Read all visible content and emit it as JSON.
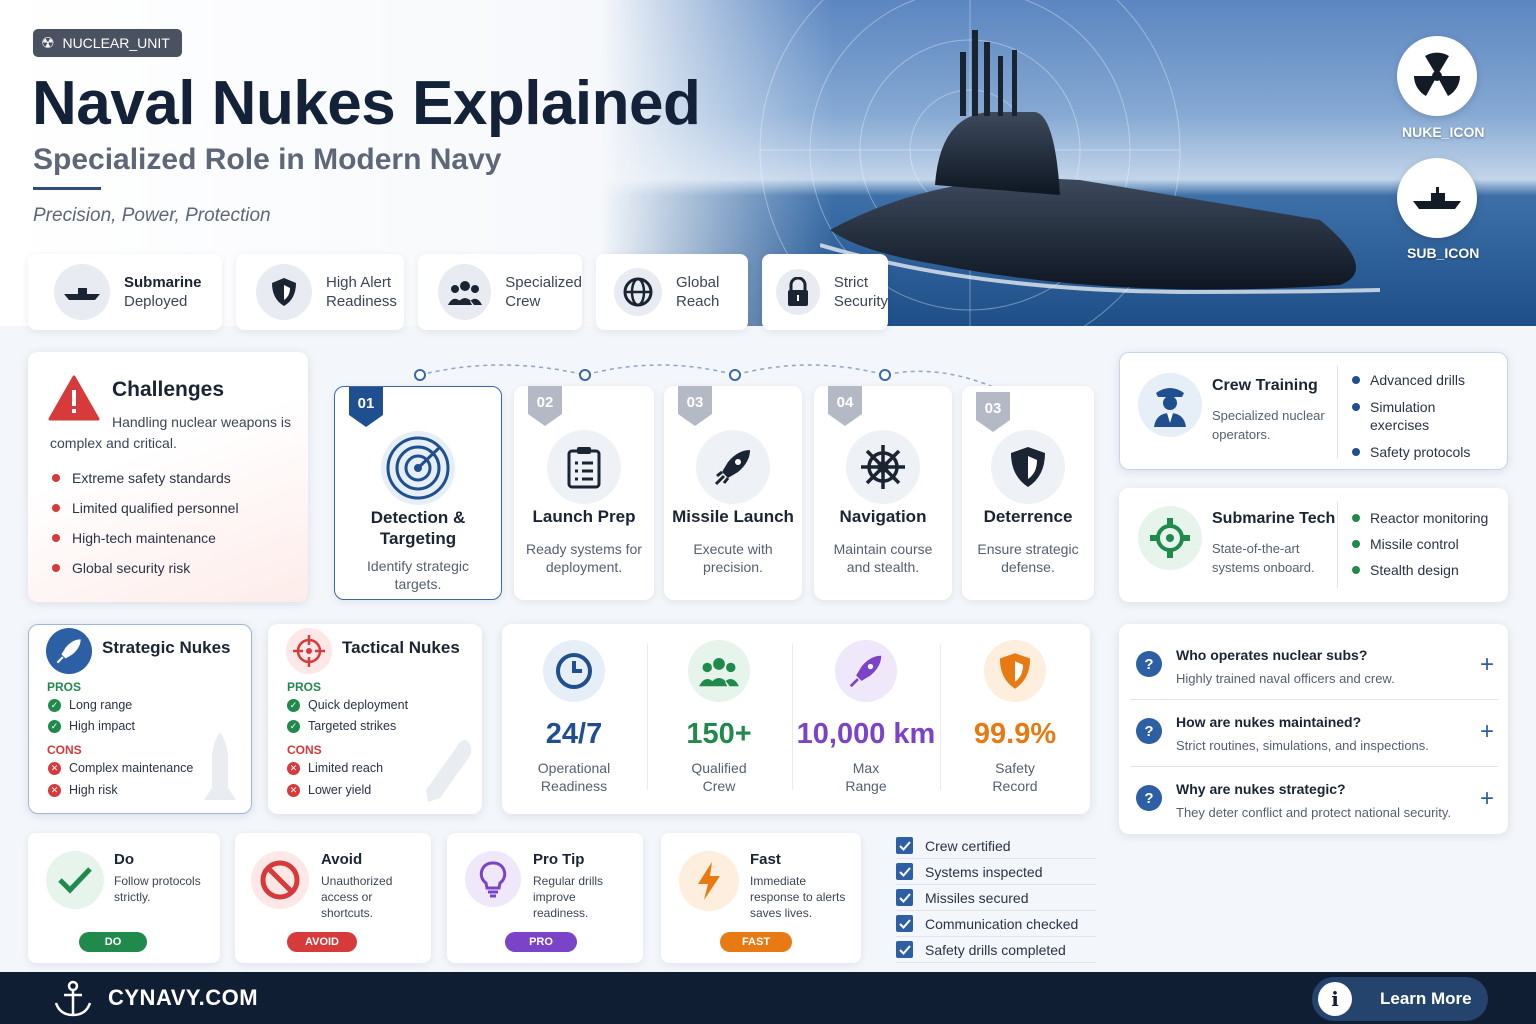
{
  "header": {
    "unit_tag": "NUCLEAR_UNIT",
    "title": "Naval Nukes Explained",
    "subtitle": "Specialized Role in Modern Navy",
    "tagline": "Precision, Power, Protection",
    "nuke_icon_label": "NUKE_ICON",
    "sub_icon_label": "SUB_ICON"
  },
  "features": [
    {
      "line1": "Submarine",
      "line2": "Deployed",
      "icon": "submarine-icon"
    },
    {
      "line1": "High Alert",
      "line2": "Readiness",
      "icon": "shield-icon"
    },
    {
      "line1": "Specialized",
      "line2": "Crew",
      "icon": "crew-icon"
    },
    {
      "line1": "Global",
      "line2": "Reach",
      "icon": "globe-icon"
    },
    {
      "line1": "Strict",
      "line2": "Security",
      "icon": "lock-icon"
    }
  ],
  "challenges": {
    "title": "Challenges",
    "description": "Handling nuclear weapons is complex and critical.",
    "items": [
      "Extreme safety standards",
      "Limited qualified personnel",
      "High-tech maintenance",
      "Global security risk"
    ]
  },
  "steps": [
    {
      "num": "01",
      "name": "Detection & Targeting",
      "desc": "Identify strategic targets.",
      "icon": "radar-icon"
    },
    {
      "num": "02",
      "name": "Launch Prep",
      "desc": "Ready systems for deployment.",
      "icon": "clipboard-icon"
    },
    {
      "num": "03",
      "name": "Missile Launch",
      "desc": "Execute with precision.",
      "icon": "rocket-icon"
    },
    {
      "num": "04",
      "name": "Navigation",
      "desc": "Maintain course and stealth.",
      "icon": "ship-wheel-icon"
    },
    {
      "num": "03",
      "name": "Deterrence",
      "desc": "Ensure strategic defense.",
      "icon": "shield-icon"
    }
  ],
  "crew_training": {
    "title": "Crew Training",
    "desc": "Specialized nuclear operators.",
    "items": [
      "Advanced drills",
      "Simulation exercises",
      "Safety protocols"
    ]
  },
  "submarine_tech": {
    "title": "Submarine Tech",
    "desc": "State-of-the-art systems onboard.",
    "items": [
      "Reactor monitoring",
      "Missile control",
      "Stealth design"
    ]
  },
  "strategic": {
    "title": "Strategic Nukes",
    "pros_label": "PROS",
    "pros": [
      "Long range",
      "High impact"
    ],
    "cons_label": "CONS",
    "cons": [
      "Complex maintenance",
      "High risk"
    ]
  },
  "tactical": {
    "title": "Tactical Nukes",
    "pros_label": "PROS",
    "pros": [
      "Quick deployment",
      "Targeted strikes"
    ],
    "cons_label": "CONS",
    "cons": [
      "Limited reach",
      "Lower yield"
    ]
  },
  "stats": [
    {
      "value": "24/7",
      "l1": "Operational",
      "l2": "Readiness",
      "color": "#1f4f8f",
      "icon": "clock-icon"
    },
    {
      "value": "150+",
      "l1": "Qualified",
      "l2": "Crew",
      "color": "#1f8a4c",
      "icon": "crew-icon"
    },
    {
      "value": "10,000 km",
      "l1": "Max",
      "l2": "Range",
      "color": "#7a43c8",
      "icon": "rocket-icon"
    },
    {
      "value": "99.9%",
      "l1": "Safety",
      "l2": "Record",
      "color": "#e77a12",
      "icon": "shield-icon"
    }
  ],
  "faq": [
    {
      "q": "Who operates nuclear subs?",
      "a": "Highly trained naval officers and crew."
    },
    {
      "q": "How are nukes maintained?",
      "a": "Strict routines, simulations, and inspections."
    },
    {
      "q": "Why are nukes strategic?",
      "a": "They deter conflict and protect national security."
    }
  ],
  "tips": [
    {
      "title": "Do",
      "desc": "Follow protocols strictly.",
      "badge": "DO",
      "color": "#1f8a4c"
    },
    {
      "title": "Avoid",
      "desc": "Unauthorized access or shortcuts.",
      "badge": "AVOID",
      "color": "#d63a3a"
    },
    {
      "title": "Pro Tip",
      "desc": "Regular drills improve readiness.",
      "badge": "PRO",
      "color": "#7a43c8"
    },
    {
      "title": "Fast",
      "desc": "Immediate response to alerts saves lives.",
      "badge": "FAST",
      "color": "#e77a12"
    }
  ],
  "checklist": [
    "Crew certified",
    "Systems inspected",
    "Missiles secured",
    "Communication checked",
    "Safety drills completed"
  ],
  "footer": {
    "brand": "CYNAVY.COM",
    "button": "Learn More"
  }
}
